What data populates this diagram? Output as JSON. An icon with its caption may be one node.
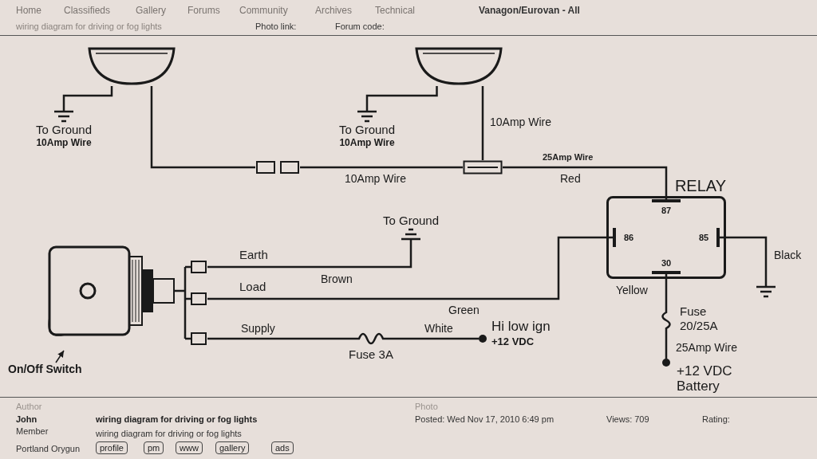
{
  "diagram": {
    "nodes": [
      {
        "text": [],
        "shape": "picture"
      },
      {
        "text": [
          "To Ground",
          "10Amp Wire"
        ]
      },
      {
        "text": [],
        "shape": "box"
      },
      {
        "text": [],
        "shape": "picture"
      },
      {
        "text": [
          "To Ground",
          "10Amp Wire"
        ]
      },
      {
        "text": [],
        "shape": "box"
      },
      {
        "text": [
          "RELAY"
        ]
      },
      {
        "text": [
          "87"
        ],
        "in": 6
      },
      {
        "text": [
          "85"
        ],
        "in": 6
      },
      {
        "text": [
          "86"
        ],
        "in": 6
      },
      {
        "text": [
          "30"
        ],
        "in": 6
      },
      {
        "text": [],
        "shape": "picture"
      },
      {
        "text": [
          "Fuse 20/25A"
        ]
      },
      {
        "text": [
          "+12 VDC Battery"
        ]
      },
      {
        "text": [],
        "shape": "picture"
      },
      {
        "text": [
          "On/Off Switch"
        ]
      },
      {
        "text": [
          "To Ground"
        ]
      },
      {
        "text": [
          "Fuse 3A"
        ]
      },
      {
        "text": [
          "Hi low ign",
          "+12 VDC"
        ]
      }
    ],
    "edges": [
      {
        "from": 0,
        "to": 1,
        "arrow": "none"
      },
      {
        "from": 0,
        "to": 2,
        "arrow": "none"
      },
      {
        "from": 2,
        "to": 5,
        "arrow": "none",
        "label": "10Amp Wire"
      },
      {
        "from": 3,
        "to": 4,
        "arrow": "none"
      },
      {
        "from": 3,
        "to": 5,
        "arrow": "none",
        "label": "10Amp Wire"
      },
      {
        "from": 5,
        "to": 7,
        "arrow": "none",
        "label": "Red"
      },
      {
        "from": 8,
        "to": 11,
        "arrow": "none",
        "label": "Black"
      },
      {
        "from": 10,
        "to": 12,
        "arrow": "none",
        "label": "Yellow"
      },
      {
        "from": 12,
        "to": 13,
        "arrow": "none",
        "label": "25Amp Wire"
      },
      {
        "from": 9,
        "to": 14,
        "arrow": "none",
        "label": "Green"
      },
      {
        "from": 16,
        "to": 14,
        "arrow": "none",
        "label": "Brown"
      },
      {
        "from": 18,
        "to": 17,
        "arrow": "none",
        "label": "White"
      },
      {
        "from": 17,
        "to": 14,
        "arrow": "none",
        "label": "Supply"
      },
      {
        "from": 15,
        "to": 14,
        "arrow": "to"
      }
    ],
    "labels": [
      "Home",
      "Classifieds",
      "Gallery",
      "Forums",
      "Community",
      "Archives",
      "Technical",
      "Vanagon/Eurovan - All",
      "wiring diagram for driving or fog lights",
      "Photo link:",
      "Forum code:",
      "25Amp Wire",
      "Earth",
      "Load",
      "Author",
      "Photo",
      "John",
      "Member",
      "wiring diagram for driving or fog lights",
      "Posted: Wed Nov 17, 2010 6:49 pm",
      "Views: 709",
      "Rating:",
      "wiring diagram for driving or fog lights",
      "Portland Orygun",
      "profile",
      "pm",
      "www",
      "gallery",
      "ads"
    ]
  }
}
